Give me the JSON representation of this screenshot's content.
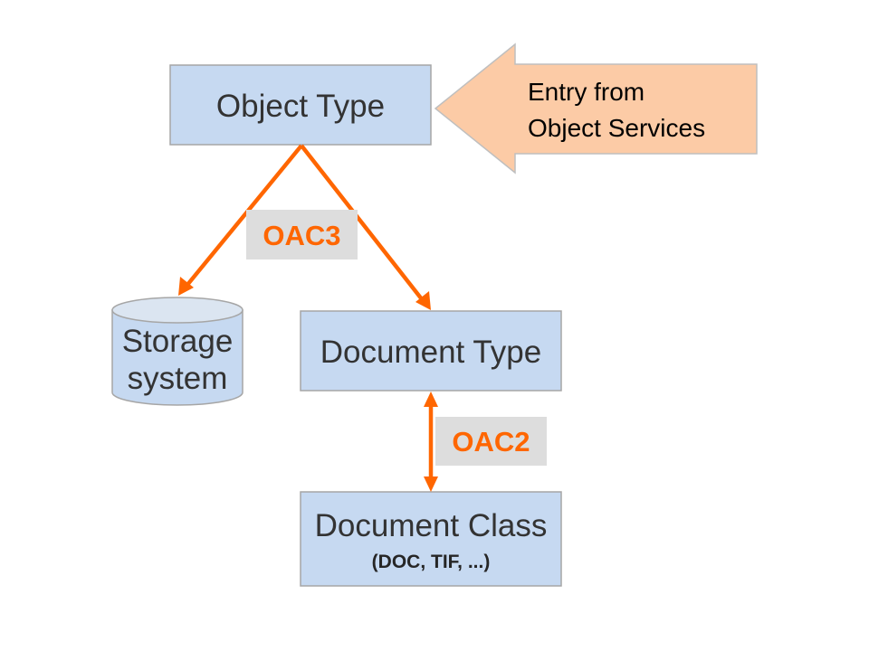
{
  "diagram": {
    "colors": {
      "node_fill": "#c6d9f1",
      "node_border": "#a6a6a6",
      "storage_top_fill": "#dbe5f1",
      "entry_fill": "#fccba6",
      "connector": "#ff6600",
      "tag_fill": "#dddddd",
      "text": "#333333"
    },
    "nodes": {
      "object_type": {
        "label": "Object Type"
      },
      "storage_system": {
        "label_line1": "Storage",
        "label_line2": "system"
      },
      "document_type": {
        "label": "Document Type"
      },
      "document_class": {
        "label": "Document Class",
        "sublabel": "(DOC, TIF, ...)"
      }
    },
    "entry": {
      "label_line1": "Entry from",
      "label_line2": "Object Services",
      "direction": "left",
      "target": "Object Type"
    },
    "edges": [
      {
        "from": "Object Type",
        "to": "Storage system",
        "type": "single-arrow",
        "tag": "OAC3"
      },
      {
        "from": "Object Type",
        "to": "Document Type",
        "type": "single-arrow",
        "tag": "OAC3"
      },
      {
        "from": "Document Type",
        "to": "Document Class",
        "type": "double-arrow",
        "tag": "OAC2"
      }
    ],
    "tags": {
      "oac3": "OAC3",
      "oac2": "OAC2"
    }
  }
}
